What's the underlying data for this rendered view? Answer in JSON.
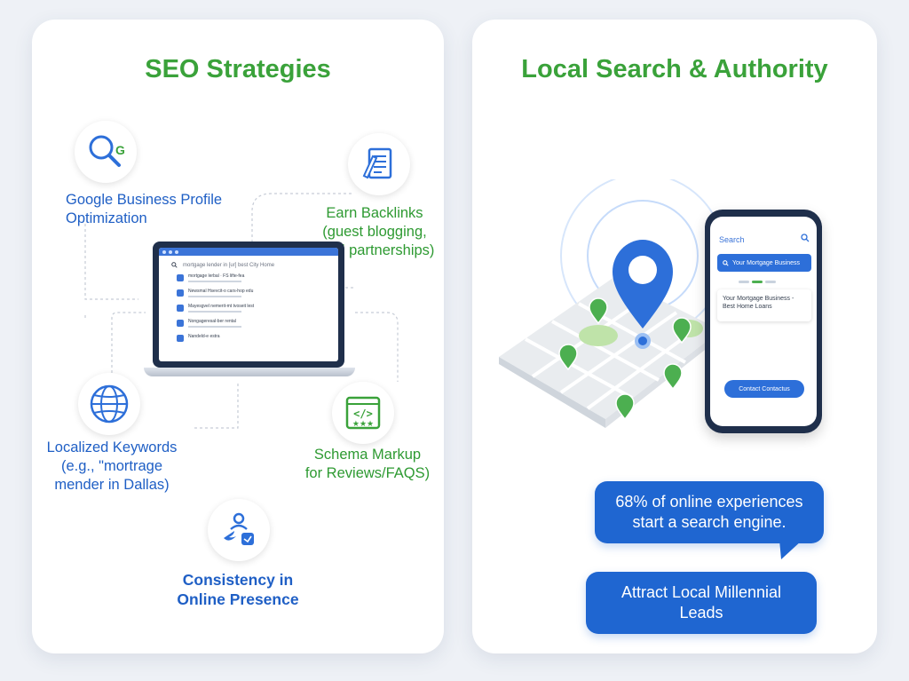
{
  "left": {
    "title": "SEO Strategies",
    "items": [
      {
        "id": "gbp",
        "icon": "magnifier-google-icon",
        "lines": [
          "Google Business Profile",
          "Optimization"
        ]
      },
      {
        "id": "backlinks",
        "icon": "document-pen-icon",
        "lines": [
          "Earn Backlinks",
          "(guest blogging,",
          "local partnerships)"
        ]
      },
      {
        "id": "keywords",
        "icon": "globe-icon",
        "lines": [
          "Localized Keywords",
          "(e.g., \"mortrage",
          "mender in Dallas)"
        ]
      },
      {
        "id": "schema",
        "icon": "code-stars-icon",
        "lines": [
          "Schema Markup",
          "for Reviews/FAQS)"
        ]
      },
      {
        "id": "consistency",
        "icon": "social-profiles-icon",
        "lines": [
          "Consistency in",
          "Online Presence"
        ]
      }
    ],
    "laptop": {
      "search_text": "mortgage lender in [ur] best City Home",
      "results": [
        "mortgage lerbal · FS lifte-fea",
        "Newsmal Hsevcit-o cars-hop edu",
        "Mayesgvel nemerit-mt tvoseit lest",
        "Nongageresal-ber rental",
        "Nandeld-e estra"
      ]
    }
  },
  "right": {
    "title": "Local Search & Authority",
    "phone": {
      "search_label": "Search",
      "search_query": "Your Mortgage Business",
      "result_line1": "Your Mortgage Business -",
      "result_line2": "Best Home Loans",
      "button_label": "Contact Contactus"
    },
    "stat_lines": [
      "68% of online experiences",
      "start a search engine."
    ],
    "cta_lines": [
      "Attract Local Millennial",
      "Leads"
    ]
  },
  "colors": {
    "green_title": "#3aa23a",
    "blue_text": "#1f5fc5",
    "green_text": "#2e9a32",
    "bubble_blue": "#1f66d1",
    "pin_green": "#4caf50",
    "pin_blue": "#2d6fd9"
  }
}
